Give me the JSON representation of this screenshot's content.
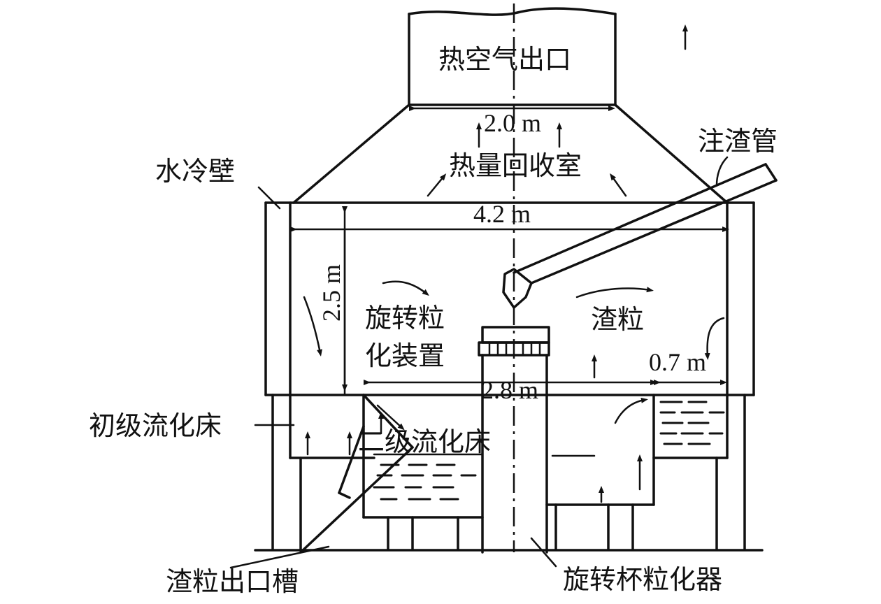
{
  "labels": {
    "hot_air_outlet": "热空气出口",
    "heat_recovery_room": "热量回收室",
    "water_wall": "水冷壁",
    "slag_pipe": "注渣管",
    "rotary_granulator": "旋转粒",
    "rotary_granulator_2": "化装置",
    "slag_particles": "渣粒",
    "primary_bed": "初级流化床",
    "secondary_bed": "二级流化床",
    "slag_outlet_chute": "渣粒出口槽",
    "rotary_cup": "旋转杯粒化器"
  },
  "dimensions": {
    "outlet_width": "2.0 m",
    "chamber_width": "4.2 m",
    "chamber_height": "2.5 m",
    "cup_span": "2.8 m",
    "side_bed": "0.7 m"
  }
}
